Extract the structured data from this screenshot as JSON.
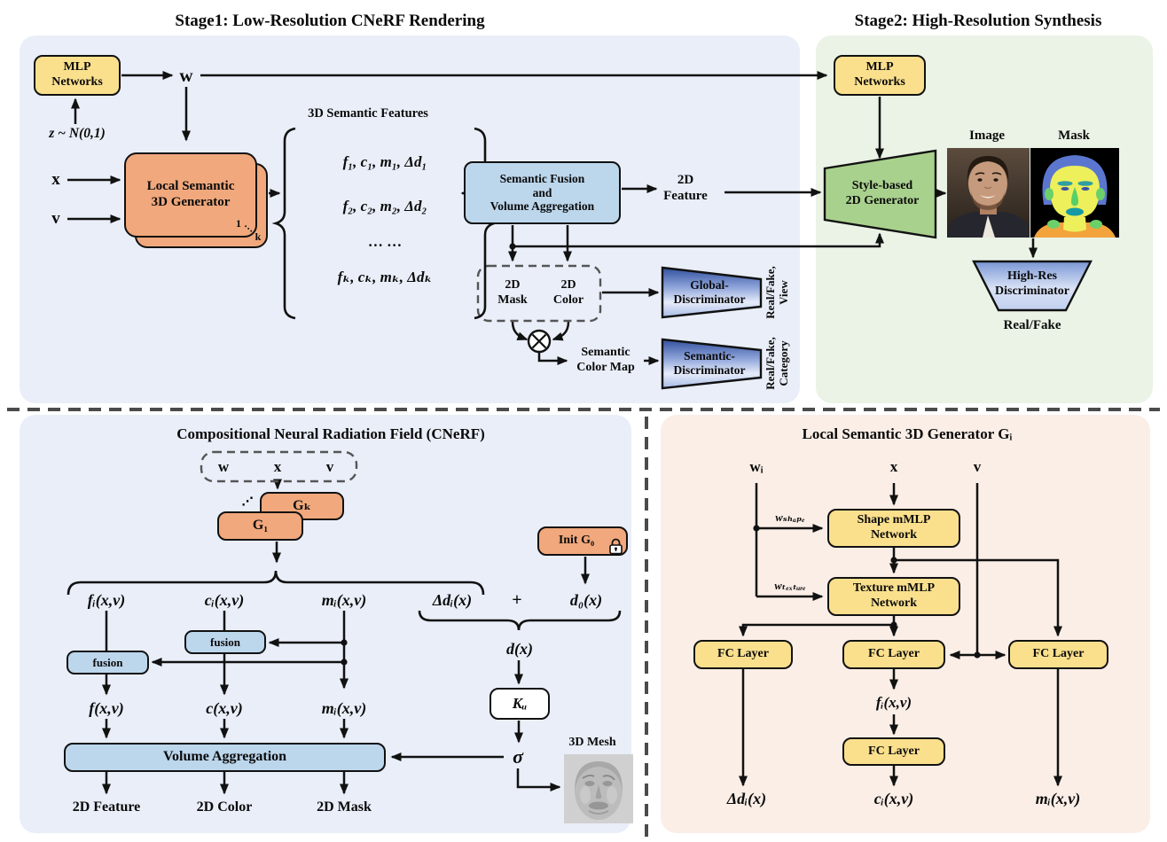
{
  "colors": {
    "panel_blue": "#E9EEF8",
    "panel_green": "#EAF3E5",
    "panel_peach": "#FAEEE7",
    "box_yellow": "#FAE08D",
    "box_orange": "#F0A87C",
    "box_blue": "#BCD6EC",
    "generator_green": "#A9D18E",
    "discriminator_dark": "#31509F",
    "discriminator_light": "#E6ECFA",
    "line": "#111111"
  },
  "stage1": {
    "title": "Stage1: Low-Resolution CNeRF Rendering",
    "mlp_networks": "MLP\nNetworks",
    "z_input": "z ~ N(0,1)",
    "w_label": "w",
    "x_label": "x",
    "v_label": "v",
    "generator": "Local Semantic\n3D Generator",
    "stack_front_index": "1",
    "stack_dots": "⋱",
    "stack_back_index": "k",
    "features_title": "3D Semantic Features",
    "features": [
      "f₁, c₁, m₁, Δd₁",
      "f₂, c₂, m₂, Δd₂",
      "… …",
      "fₖ, cₖ, mₖ, Δdₖ"
    ],
    "semantic_fusion": "Semantic Fusion\nand\nVolume Aggregation",
    "out_2d_feature": "2D\nFeature",
    "mask_2d": "2D\nMask",
    "color_2d": "2D\nColor",
    "global_discriminator": "Global-\nDiscriminator",
    "global_disc_output": "Real/Fake,\nView",
    "semantic_color_map": "Semantic\nColor Map",
    "semantic_discriminator": "Semantic-\nDiscriminator",
    "semantic_disc_output": "Real/Fake,\nCategory"
  },
  "stage2": {
    "title": "Stage2: High-Resolution Synthesis",
    "mlp_networks": "MLP\nNetworks",
    "generator": "Style-based\n2D Generator",
    "image_label": "Image",
    "mask_label": "Mask",
    "discriminator": "High-Res\nDiscriminator",
    "disc_output": "Real/Fake"
  },
  "cnerf": {
    "title": "Compositional Neural Radiation Field (CNeRF)",
    "w_label": "w",
    "x_label": "x",
    "v_label": "v",
    "gk": "Gₖ",
    "g1": "G₁",
    "stack_dots": "⋰",
    "f_i": "fᵢ(x,v)",
    "c_i": "cᵢ(x,v)",
    "m_i": "mᵢ(x,v)",
    "delta_d_i": "Δdᵢ(x)",
    "plus": "+",
    "d_0": "d₀(x)",
    "init_g0": "Init G₀",
    "d_x": "d(x)",
    "k_u": "Kᵤ",
    "sigma": "σ",
    "fusion_c": "fusion",
    "fusion_f": "fusion",
    "f_out": "f(x,v)",
    "c_out": "c(x,v)",
    "m_out": "mᵢ(x,v)",
    "volume_aggregation": "Volume Aggregation",
    "out_feature": "2D Feature",
    "out_color": "2D Color",
    "out_mask": "2D Mask",
    "mesh_label": "3D Mesh"
  },
  "local_generator": {
    "title": "Local Semantic 3D Generator Gᵢ",
    "w_i": "wᵢ",
    "x_label": "x",
    "v_label": "v",
    "w_shape": "wₛₕₐₚₑ",
    "w_texture": "wₜₑₓₜᵤᵣₑ",
    "shape_mlp": "Shape mMLP\nNetwork",
    "texture_mlp": "Texture mMLP\nNetwork",
    "fc_delta": "FC Layer",
    "fc_feature": "FC Layer",
    "fc_mask": "FC Layer",
    "fc_color": "FC Layer",
    "f_i": "fᵢ(x,v)",
    "out_delta_d": "Δdᵢ(x)",
    "out_c": "cᵢ(x,v)",
    "out_m": "mᵢ(x,v)"
  }
}
